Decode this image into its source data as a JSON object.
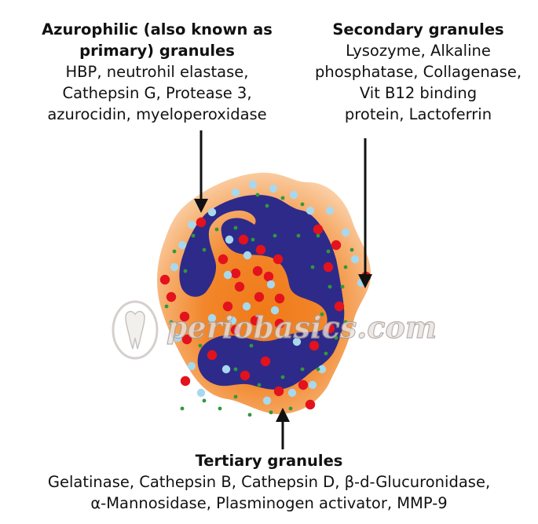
{
  "azurophilic": {
    "title_lines": [
      "Azurophilic (also known as",
      "primary) granules"
    ],
    "content_lines": [
      "HBP, neutrohil elastase,",
      "Cathepsin G, Protease 3,",
      "azurocidin, myeloperoxidase"
    ]
  },
  "secondary": {
    "title_lines": [
      "Secondary granules"
    ],
    "content_lines": [
      "Lysozyme, Alkaline",
      "phosphatase, Collagenase,",
      "Vit B12 binding",
      "protein, Lactoferrin"
    ]
  },
  "tertiary": {
    "title_lines": [
      "Tertiary granules"
    ],
    "content_lines": [
      "Gelatinase, Cathepsin B, Cathepsin D, β-d-Glucuronidase,",
      "α-Mannosidase, Plasminogen activator, MMP-9"
    ]
  },
  "watermark": {
    "text": "periobasics.com"
  },
  "colors": {
    "cytoplasm_outer": "#f9c9a0",
    "cytoplasm_inner": "#f07d1e",
    "nucleus": "#2e2a8a",
    "primary_granule": "#e3121d",
    "secondary_granule": "#a8d8ee",
    "tertiary_granule": "#2e9a3a",
    "arrow": "#111111"
  }
}
